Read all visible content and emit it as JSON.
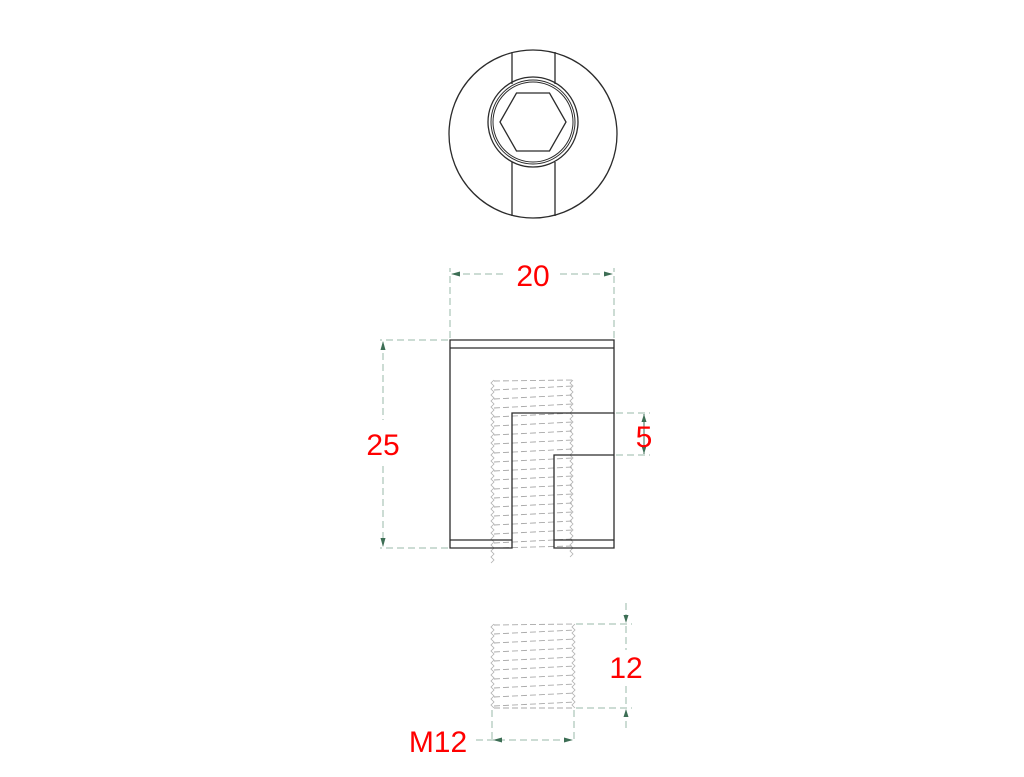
{
  "drawing": {
    "views": [
      "top-view",
      "front-section-view",
      "thread-detail-view"
    ],
    "colors": {
      "outline": "#2b2b2b",
      "hidden_line": "#a8a8a8",
      "dimension_line": "#9ab8a8",
      "arrow": "#3d6e55",
      "dimension_text": "#ff0000"
    }
  },
  "dimensions": {
    "width": "20",
    "height": "25",
    "slot": "5",
    "thread_length": "12",
    "thread_size": "M12"
  }
}
